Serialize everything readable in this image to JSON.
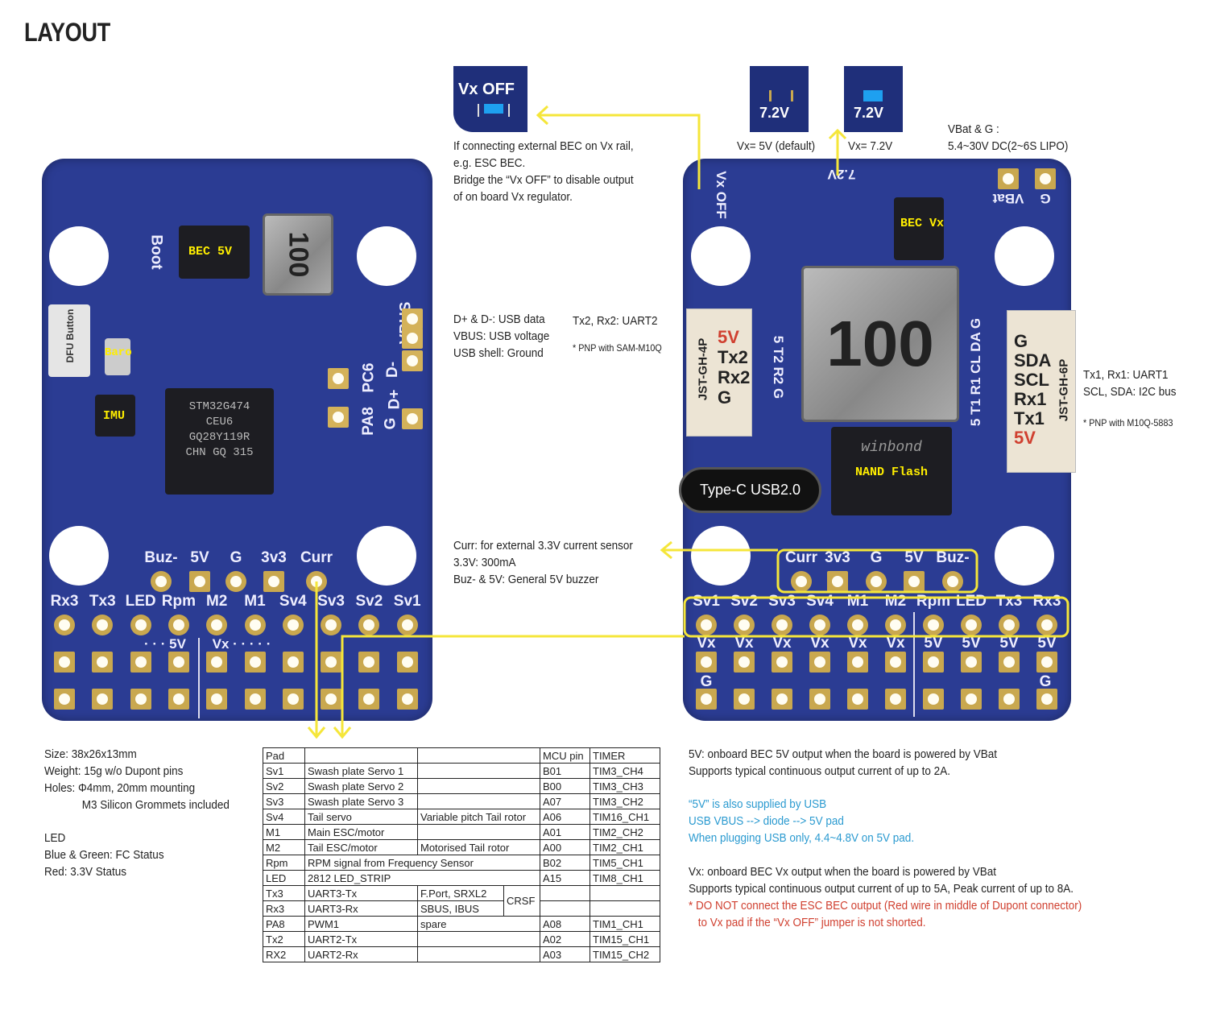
{
  "title": "LAYOUT",
  "left_board": {
    "components": {
      "bec5v": "BEC 5V",
      "inductor": "100",
      "mcu": [
        "STM32G474",
        "CEU6",
        "GQ28Y119R",
        "CHN GQ 315"
      ],
      "boot": "Boot",
      "dfu": "DFU Button",
      "baro": "Baro",
      "imu": "IMU",
      "usb_pads": [
        "VBUS",
        "D-",
        "D+",
        "G"
      ],
      "pc6": "PC6",
      "pa8": "PA8"
    },
    "top_pads": [
      {
        "label": "Buz-",
        "square": false
      },
      {
        "label": "5V",
        "square": true
      },
      {
        "label": "G",
        "square": false
      },
      {
        "label": "3v3",
        "square": true
      },
      {
        "label": "Curr",
        "square": false
      }
    ],
    "signal_row": [
      "Rx3",
      "Tx3",
      "LED",
      "Rpm",
      "M2",
      "M1",
      "Sv4",
      "Sv3",
      "Sv2",
      "Sv1"
    ],
    "power_labels": {
      "five_v": "· · · 5V",
      "vx": "Vx · · · · ·"
    }
  },
  "right_board": {
    "components": {
      "vxoff": "Vx OFF",
      "v72": "7.2V",
      "becvx": "BEC Vx",
      "vbat": "VBat",
      "g": "G",
      "inductor": "100",
      "nand_brand": "winbond",
      "nand": "NAND Flash",
      "usb": "Type-C USB2.0",
      "jst4": "JST-GH-4P",
      "jst4_pins": [
        "5V",
        "Tx2",
        "Rx2",
        "G"
      ],
      "jst6": "JST-GH-6P",
      "jst6_pins": [
        "G",
        "SDA",
        "SCL",
        "Rx1",
        "Tx1",
        "5V"
      ],
      "uart2_silk": "5 T2 R2 G",
      "uart1_silk": "5 T1 R1 CL DA G"
    },
    "top_pads": [
      {
        "label": "Curr",
        "square": false
      },
      {
        "label": "3v3",
        "square": true
      },
      {
        "label": "G",
        "square": false
      },
      {
        "label": "5V",
        "square": true
      },
      {
        "label": "Buz-",
        "square": false
      }
    ],
    "signal_row": [
      "Sv1",
      "Sv2",
      "Sv3",
      "Sv4",
      "M1",
      "M2",
      "Rpm",
      "LED",
      "Tx3",
      "Rx3"
    ],
    "power_row": [
      "Vx",
      "Vx",
      "Vx",
      "Vx",
      "Vx",
      "Vx",
      "5V",
      "5V",
      "5V",
      "5V"
    ],
    "ground_left": "G",
    "ground_right": "G"
  },
  "insets": {
    "vxoff": "Vx OFF",
    "v72_a": "7.2V",
    "v72_b": "7.2V"
  },
  "notes": {
    "vxoff": [
      "If connecting external BEC on Vx rail,",
      "e.g. ESC BEC.",
      "Bridge the “Vx OFF” to disable output",
      "of on board Vx regulator."
    ],
    "vx5": "Vx= 5V (default)",
    "vx72": "Vx= 7.2V",
    "vbat": [
      "VBat & G :",
      "5.4~30V DC(2~6S LIPO)"
    ],
    "usb": [
      "D+ & D-: USB data",
      "VBUS: USB voltage",
      "USB shell: Ground"
    ],
    "uart2": "Tx2, Rx2: UART2",
    "uart2_pnp": "* PNP with SAM-M10Q",
    "uart1": [
      "Tx1, Rx1: UART1",
      "SCL, SDA: I2C bus"
    ],
    "uart1_pnp": "* PNP with M10Q-5883",
    "curr": [
      "Curr: for external 3.3V current sensor",
      "3.3V: 300mA",
      "Buz- & 5V:  General 5V buzzer"
    ],
    "specs": [
      "Size: 38x26x13mm",
      "Weight: 15g w/o Dupont pins",
      "Holes: Φ4mm, 20mm mounting",
      "M3 Silicon Grommets included"
    ],
    "led": [
      "LED",
      "Blue & Green: FC Status",
      "Red: 3.3V Status"
    ],
    "bec5v": [
      "5V: onboard BEC 5V output when the board is powered by VBat",
      "Supports typical continuous output current of up to 2A."
    ],
    "usb5v": [
      "“5V” is also supplied by USB",
      "USB VBUS --> diode --> 5V pad",
      "When plugging USB only, 4.4~4.8V on 5V pad."
    ],
    "becvx": [
      "Vx: onboard BEC Vx output when the board is powered by VBat",
      "Supports typical continuous output current of up to 5A, Peak current of up to 8A."
    ],
    "warning": [
      "* DO NOT connect the ESC BEC output (Red wire in middle of Dupont connector)",
      "to Vx pad if the “Vx OFF” jumper is not shorted."
    ]
  },
  "table": {
    "header": [
      "Pad",
      "",
      "",
      "MCU pin",
      "TIMER"
    ],
    "rows": [
      [
        "Sv1",
        "Swash plate Servo 1",
        "",
        "B01",
        "TIM3_CH4"
      ],
      [
        "Sv2",
        "Swash plate Servo 2",
        "",
        "B00",
        "TIM3_CH3"
      ],
      [
        "Sv3",
        "Swash plate Servo 3",
        "",
        "A07",
        "TIM3_CH2"
      ],
      [
        "Sv4",
        "Tail servo",
        "Variable pitch Tail rotor",
        "A06",
        "TIM16_CH1"
      ],
      [
        "M1",
        "Main ESC/motor",
        "",
        "A01",
        "TIM2_CH2"
      ],
      [
        "M2",
        "Tail ESC/motor",
        "Motorised Tail rotor",
        "A00",
        "TIM2_CH1"
      ],
      [
        "Rpm",
        "RPM signal from Frequency Sensor",
        "",
        "B02",
        "TIM5_CH1"
      ],
      [
        "LED",
        "2812 LED_STRIP",
        "",
        "A15",
        "TIM8_CH1"
      ]
    ],
    "uart3": {
      "tx": [
        "Tx3",
        "UART3-Tx",
        "F.Port, SRXL2"
      ],
      "rx": [
        "Rx3",
        "UART3-Rx",
        "SBUS, IBUS"
      ],
      "shared": "CRSF"
    },
    "rows2": [
      [
        "PA8",
        "PWM1",
        "spare",
        "A08",
        "TIM1_CH1"
      ],
      [
        "Tx2",
        "UART2-Tx",
        "",
        "A02",
        "TIM15_CH1"
      ],
      [
        "RX2",
        "UART2-Rx",
        "",
        "A03",
        "TIM15_CH2"
      ]
    ]
  },
  "colors": {
    "board": "#2b3c93",
    "pad": "#c9a84f",
    "callout": "#ffee00",
    "usb_note": "#2a9ad0",
    "warning": "#d04030"
  }
}
